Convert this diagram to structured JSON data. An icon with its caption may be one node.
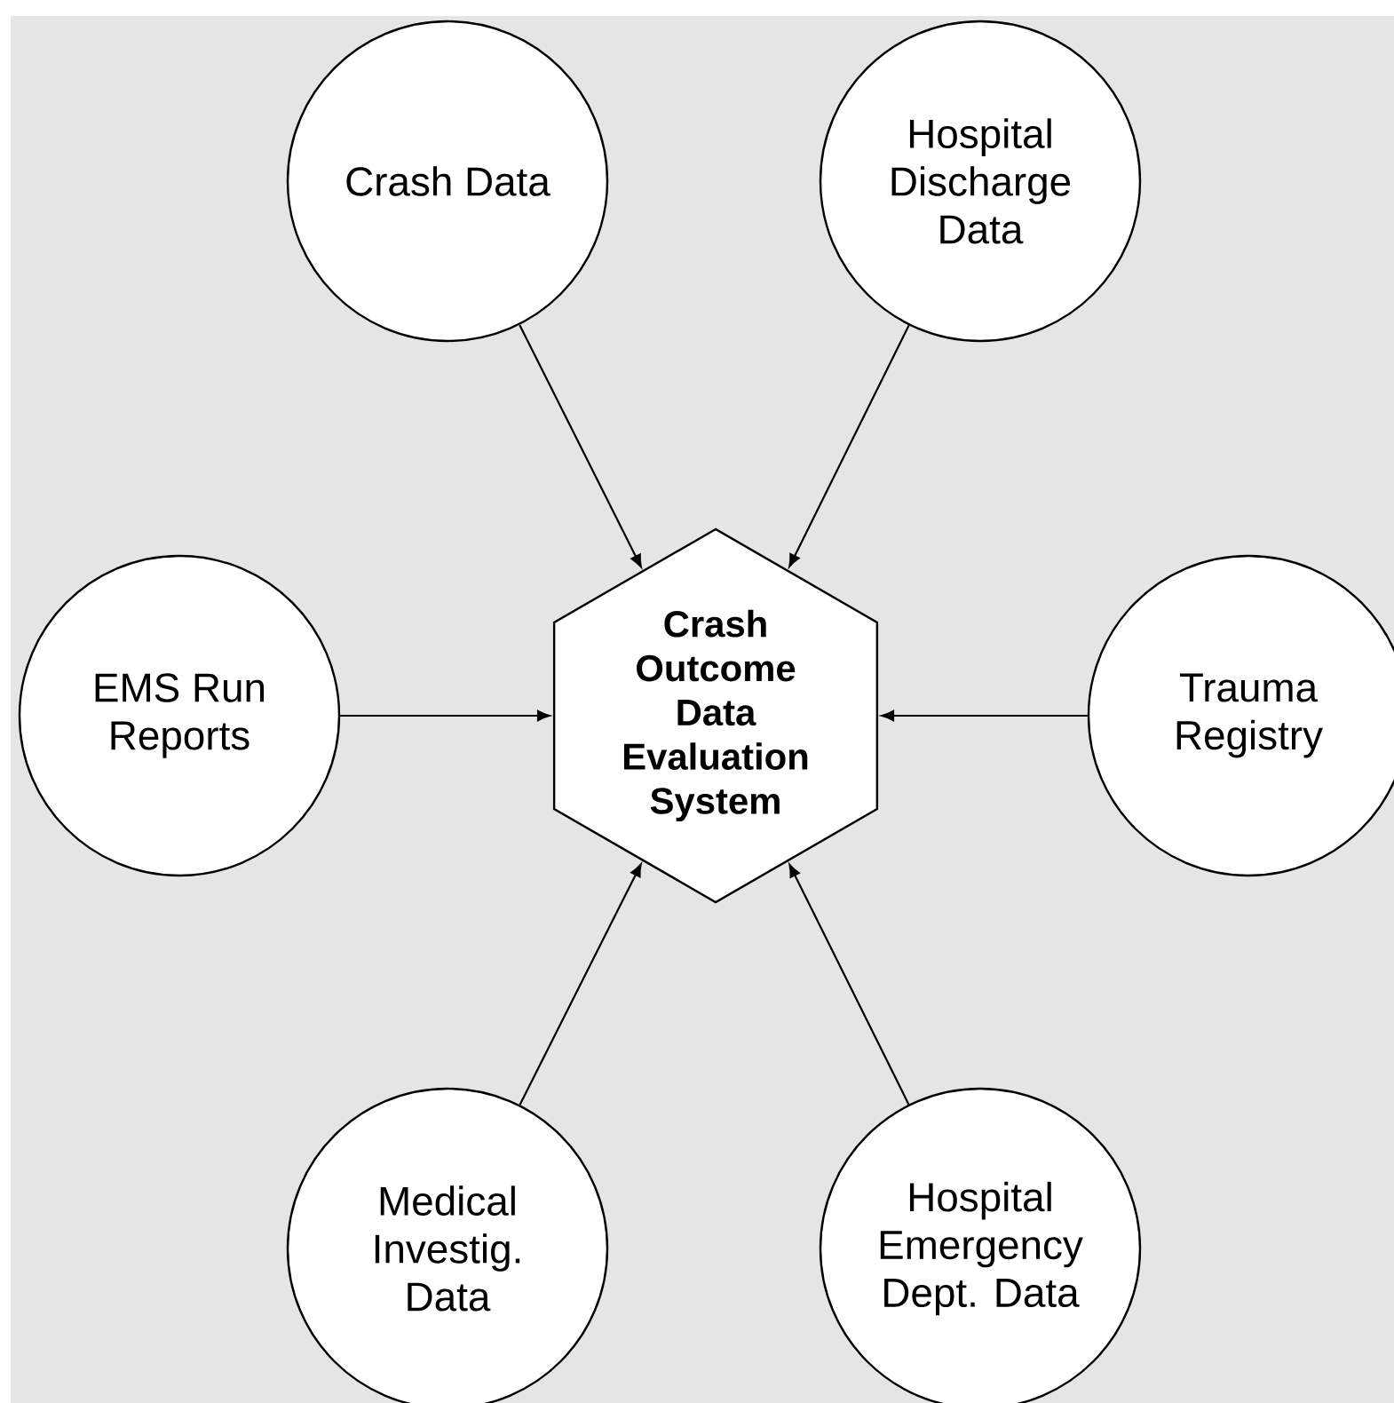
{
  "diagram": {
    "nodes": [
      {
        "text": [
          "Crash Data"
        ]
      },
      {
        "text": [
          "Hospital Discharge Data"
        ]
      },
      {
        "text": [
          "EMS Run Reports"
        ]
      },
      {
        "text": [
          "Crash Outcome Data Evaluation System"
        ]
      },
      {
        "text": [
          "Trauma Registry"
        ]
      },
      {
        "text": [
          "Medical Investig. Data"
        ]
      },
      {
        "text": [
          "Hospital Emergency Dept. Data"
        ]
      }
    ],
    "edges": [
      {
        "from": 0,
        "to": 3,
        "arrow": "to"
      },
      {
        "from": 1,
        "to": 3,
        "arrow": "to"
      },
      {
        "from": 2,
        "to": 3,
        "arrow": "to"
      },
      {
        "from": 4,
        "to": 3,
        "arrow": "to"
      },
      {
        "from": 5,
        "to": 3,
        "arrow": "to"
      },
      {
        "from": 6,
        "to": 3,
        "arrow": "to"
      }
    ]
  }
}
